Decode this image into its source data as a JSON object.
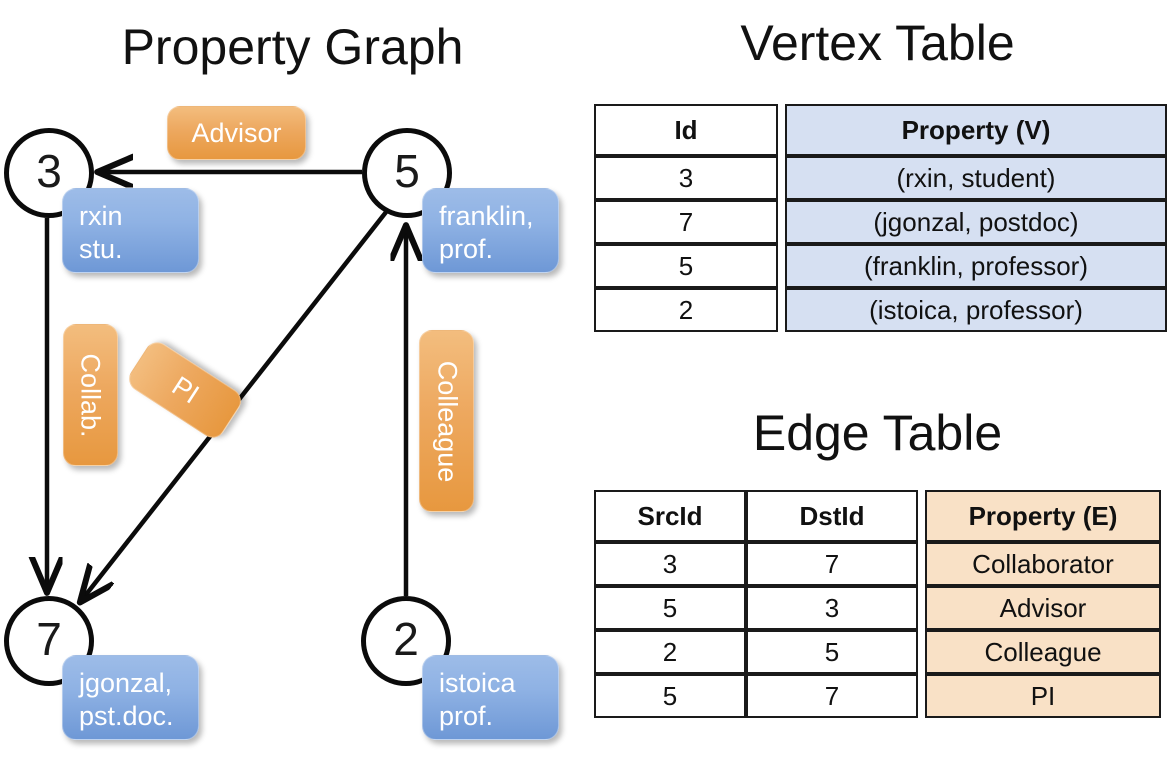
{
  "titles": {
    "property_graph": "Property Graph",
    "vertex_table": "Vertex Table",
    "edge_table": "Edge Table"
  },
  "graph": {
    "nodes": [
      {
        "id": "3",
        "label_line1": "rxin",
        "label_line2": "stu."
      },
      {
        "id": "5",
        "label_line1": "franklin,",
        "label_line2": "prof."
      },
      {
        "id": "7",
        "label_line1": "jgonzal,",
        "label_line2": "pst.doc."
      },
      {
        "id": "2",
        "label_line1": "istoica",
        "label_line2": "prof."
      }
    ],
    "edge_labels": [
      {
        "name": "advisor",
        "text": "Advisor"
      },
      {
        "name": "collab",
        "text": "Collab."
      },
      {
        "name": "pi",
        "text": "PI"
      },
      {
        "name": "colleague",
        "text": "Colleague"
      }
    ]
  },
  "vertex_table": {
    "headers": [
      "Id",
      "Property (V)"
    ],
    "rows": [
      {
        "id": "3",
        "property": "(rxin, student)"
      },
      {
        "id": "7",
        "property": "(jgonzal, postdoc)"
      },
      {
        "id": "5",
        "property": "(franklin, professor)"
      },
      {
        "id": "2",
        "property": "(istoica, professor)"
      }
    ]
  },
  "edge_table": {
    "headers": [
      "SrcId",
      "DstId",
      "Property (E)"
    ],
    "rows": [
      {
        "src": "3",
        "dst": "7",
        "property": "Collaborator"
      },
      {
        "src": "5",
        "dst": "3",
        "property": "Advisor"
      },
      {
        "src": "2",
        "dst": "5",
        "property": "Colleague"
      },
      {
        "src": "5",
        "dst": "7",
        "property": "PI"
      }
    ]
  },
  "colors": {
    "vertex_property_fill": "#D6E0F2",
    "edge_property_fill": "#F9E1C6",
    "node_box_blue": "#8FB2E4",
    "edge_label_orange": "#EDA85F",
    "stroke": "#0B0B0B",
    "background": "#FFFFFF"
  }
}
